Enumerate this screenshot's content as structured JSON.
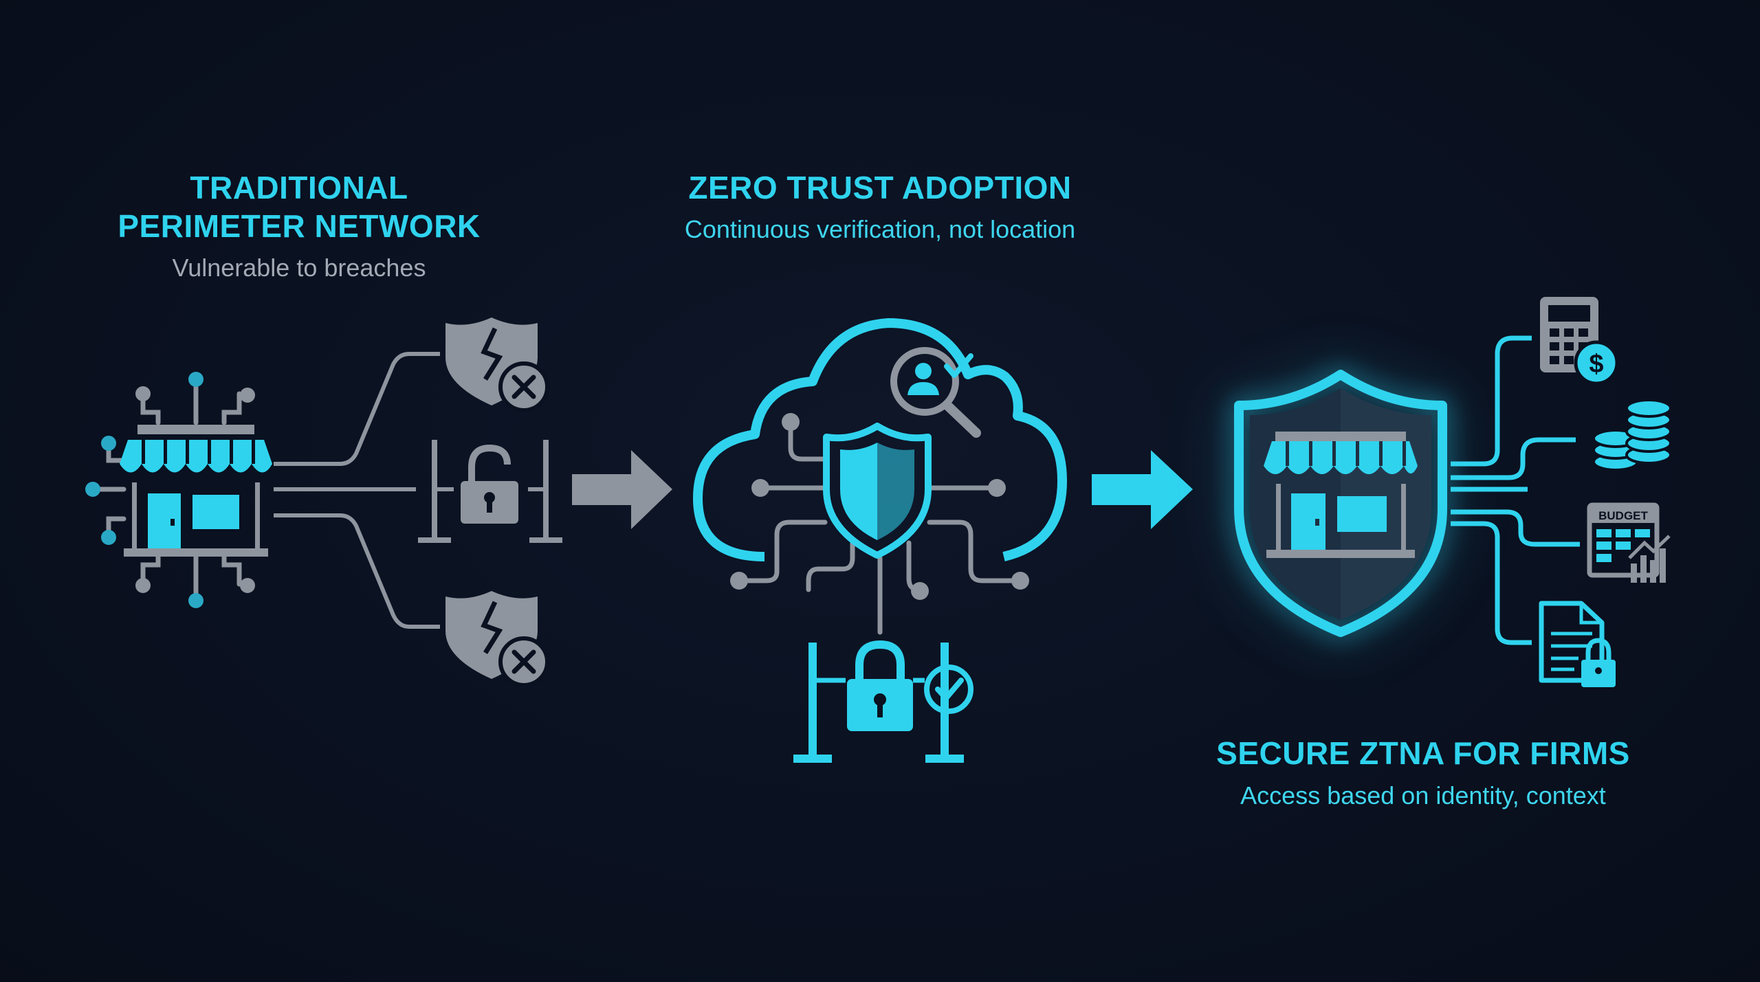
{
  "sections": {
    "traditional": {
      "title_line1": "TRADITIONAL",
      "title_line2": "PERIMETER NETWORK",
      "subtitle": "Vulnerable to breaches"
    },
    "zero_trust": {
      "title": "ZERO TRUST ADOPTION",
      "subtitle": "Continuous verification, not location"
    },
    "secure": {
      "title": "SECURE ZTNA FOR FIRMS",
      "subtitle": "Access based on identity, context"
    }
  },
  "resources": {
    "budget_label": "BUDGET"
  },
  "colors": {
    "accent": "#2fd3ee",
    "muted": "#8f959e",
    "background": "#0a1120"
  }
}
